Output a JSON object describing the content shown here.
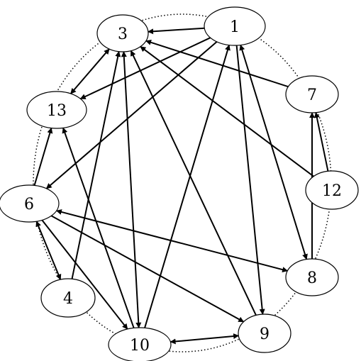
{
  "diagram": {
    "type": "directed-graph",
    "nodes": [
      {
        "id": "n1",
        "label": "1"
      },
      {
        "id": "n3",
        "label": "3"
      },
      {
        "id": "n4",
        "label": "4"
      },
      {
        "id": "n6",
        "label": "6"
      },
      {
        "id": "n7",
        "label": "7"
      },
      {
        "id": "n8",
        "label": "8"
      },
      {
        "id": "n9",
        "label": "9"
      },
      {
        "id": "n10",
        "label": "10"
      },
      {
        "id": "n12",
        "label": "12"
      },
      {
        "id": "n13",
        "label": "13"
      }
    ],
    "edges": [
      {
        "from": "1",
        "to": "3"
      },
      {
        "from": "1",
        "to": "13"
      },
      {
        "from": "1",
        "to": "6"
      },
      {
        "from": "1",
        "to": "9"
      },
      {
        "from": "1",
        "to": "8",
        "bidirectional": true
      },
      {
        "from": "7",
        "to": "3"
      },
      {
        "from": "12",
        "to": "3"
      },
      {
        "from": "12",
        "to": "7"
      },
      {
        "from": "8",
        "to": "7"
      },
      {
        "from": "8",
        "to": "6",
        "bidirectional": true
      },
      {
        "from": "13",
        "to": "3",
        "bidirectional": true
      },
      {
        "from": "6",
        "to": "13"
      },
      {
        "from": "6",
        "to": "4",
        "bidirectional": true
      },
      {
        "from": "6",
        "to": "9"
      },
      {
        "from": "6",
        "to": "10"
      },
      {
        "from": "4",
        "to": "3"
      },
      {
        "from": "10",
        "to": "13"
      },
      {
        "from": "10",
        "to": "3",
        "bidirectional": true
      },
      {
        "from": "10",
        "to": "1"
      },
      {
        "from": "10",
        "to": "9",
        "bidirectional": true
      },
      {
        "from": "9",
        "to": "3"
      }
    ]
  }
}
